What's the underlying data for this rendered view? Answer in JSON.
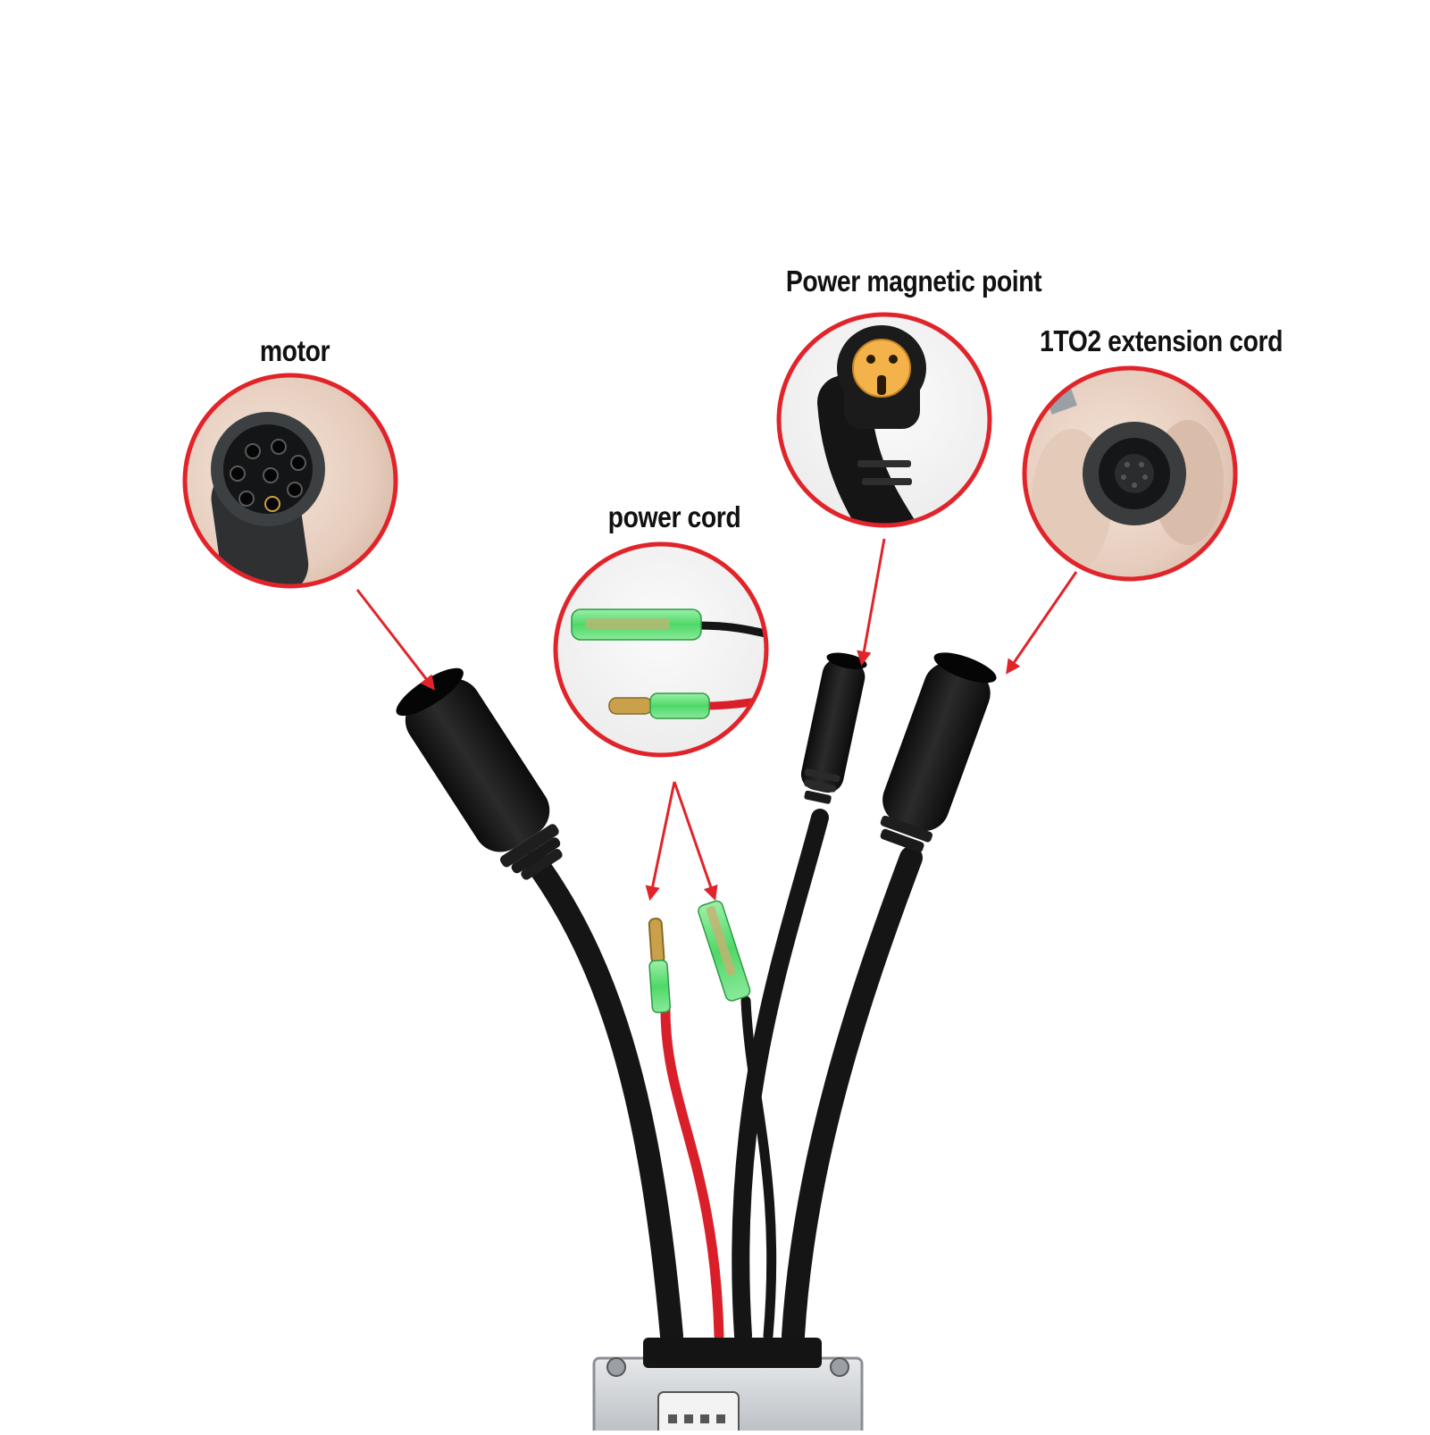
{
  "labels": {
    "motor": "motor",
    "power_cord": "power cord",
    "power_magnetic_point": "Power magnetic point",
    "extension_cord": "1TO2 extension cord"
  },
  "colors": {
    "callout_red": "#e0242a",
    "cable_black": "#151515",
    "wire_red": "#d9202a",
    "terminal_green": "#5fe07a",
    "pin_brass": "#c9a14a",
    "plug_orange": "#f3b24a",
    "skin": "#ead3c4",
    "controller_metal": "#cfd2d6"
  },
  "icons": [
    "motor-connector-icon",
    "power-cord-terminals-icon",
    "magnetic-point-connector-icon",
    "extension-cord-connector-icon",
    "controller-box-icon"
  ]
}
